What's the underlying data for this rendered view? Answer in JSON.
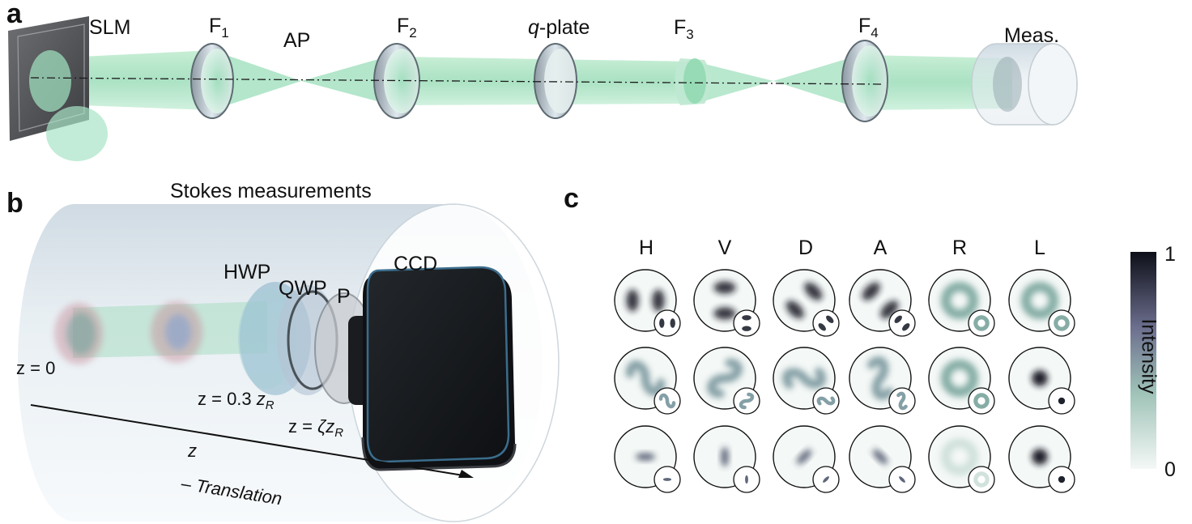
{
  "panels": {
    "a": "a",
    "b": "b",
    "c": "c"
  },
  "setup": {
    "slm": "SLM",
    "f1": "F",
    "f1_sub": "1",
    "ap": "AP",
    "f2": "F",
    "f2_sub": "2",
    "qplate_q": "q",
    "qplate_rest": "-plate",
    "f3": "F",
    "f3_sub": "3",
    "f4": "F",
    "f4_sub": "4",
    "meas": "Meas."
  },
  "stokes": {
    "title": "Stokes measurements",
    "hwp": "HWP",
    "qwp": "QWP",
    "p": "P",
    "ccd": "CCD",
    "z0": "z = 0",
    "z03": "z = 0.3 ",
    "z03_zr": "z",
    "z03_sub": "R",
    "zzeta": "z = ",
    "zeta": "ζz",
    "zzeta_sub": "R",
    "axis_z": "z",
    "translation": "– Translation"
  },
  "grid": {
    "columns": [
      "H",
      "V",
      "D",
      "A",
      "R",
      "L"
    ],
    "colorbar_max": "1",
    "colorbar_min": "0",
    "colorbar_label": "Intensity"
  },
  "colors": {
    "beam": "#9fdcbc",
    "lens_rim": "#6f7f88",
    "dark": "#161a1e",
    "ccd_edge": "#3a6f8f",
    "colormap_dark": "#121622",
    "colormap_mid": "#7fa9a0",
    "colormap_light": "#f4f8f6"
  }
}
